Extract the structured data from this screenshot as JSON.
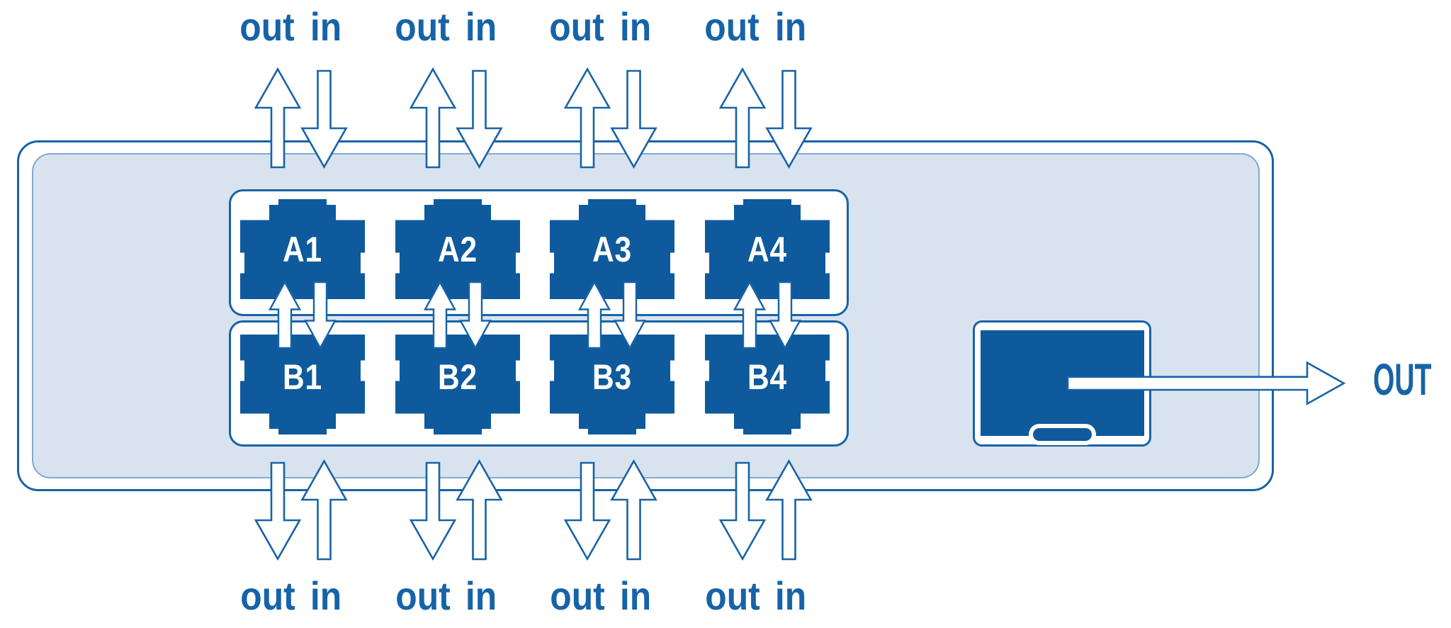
{
  "labels": {
    "out": "out",
    "in": "in",
    "out_main": "OUT"
  },
  "columns": [
    {
      "a_port": "A1",
      "b_port": "B1"
    },
    {
      "a_port": "A2",
      "b_port": "B2"
    },
    {
      "a_port": "A3",
      "b_port": "B3"
    },
    {
      "a_port": "A4",
      "b_port": "B4"
    }
  ],
  "colors": {
    "port_fill": "#0e5a9d",
    "line_stroke": "#1763a7",
    "faceplate": "#d9e3f0",
    "label_text": "#1763a7",
    "port_label_text": "#ffffff",
    "background": "#ffffff"
  }
}
